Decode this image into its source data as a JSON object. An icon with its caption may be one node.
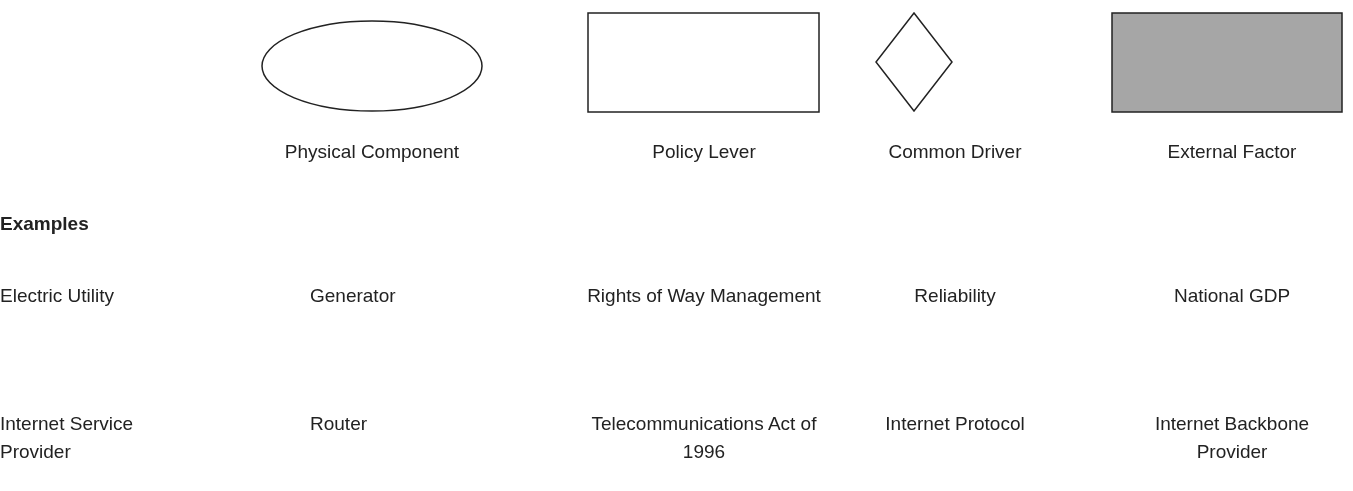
{
  "diagram": {
    "nodes": [
      {
        "text": [],
        "shape": "ellipse",
        "beside": [
          "Physical Component"
        ]
      },
      {
        "text": [],
        "shape": "box",
        "beside": [
          "Policy Lever"
        ]
      },
      {
        "text": [],
        "shape": "diamond",
        "beside": [
          "Common Driver"
        ]
      },
      {
        "text": [],
        "shape": "box",
        "beside": [
          "External Factor"
        ]
      }
    ],
    "edges": [],
    "labels": [
      "Examples",
      "Electric Utility",
      "Generator",
      "Rights of Way Management",
      "Reliability",
      "National GDP",
      "Internet Service Provider",
      "Router",
      "Telecommunications Act of 1996",
      "Internet Protocol",
      "Internet Backbone Provider"
    ]
  }
}
